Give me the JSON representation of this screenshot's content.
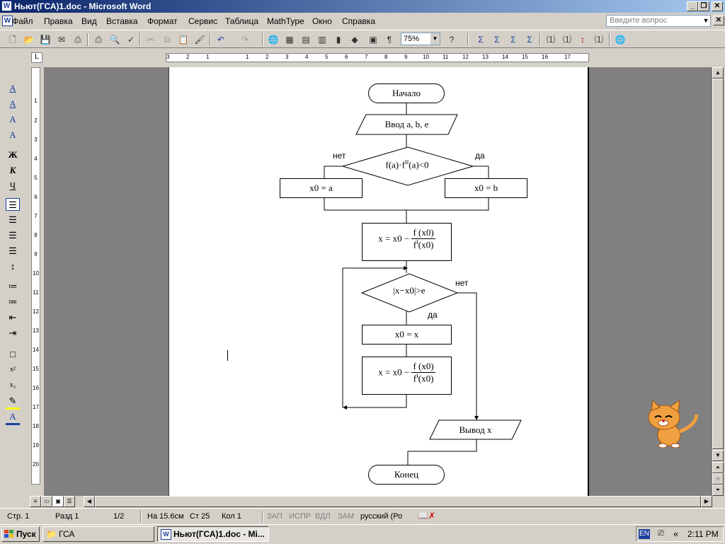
{
  "window": {
    "title": "Ньют(ГСА)1.doc - Microsoft Word"
  },
  "menu": {
    "items": [
      "Файл",
      "Правка",
      "Вид",
      "Вставка",
      "Формат",
      "Сервис",
      "Таблица",
      "MathType",
      "Окно",
      "Справка"
    ],
    "ask_placeholder": "Введите вопрос"
  },
  "toolbar": {
    "zoom": "75%"
  },
  "ruler": {
    "numbers": [
      "3",
      "2",
      "1",
      "1",
      "2",
      "3",
      "4",
      "5",
      "6",
      "7",
      "8",
      "9",
      "10",
      "11",
      "12",
      "13",
      "14",
      "15",
      "16",
      "17"
    ]
  },
  "vruler": {
    "numbers": [
      "1",
      "2",
      "3",
      "4",
      "5",
      "6",
      "7",
      "8",
      "9",
      "10",
      "11",
      "12",
      "13",
      "14",
      "15",
      "16",
      "17",
      "18",
      "19",
      "20"
    ]
  },
  "flowchart": {
    "start": "Начало",
    "input": "Ввод a, b, e",
    "cond1": "f(a)·f",
    "cond1_sup": "II",
    "cond1_end": "(a)<0",
    "no1": "нет",
    "yes1": "да",
    "assign_a": "x0 = a",
    "assign_b": "x0 = b",
    "formula_lhs": "x = x0 −",
    "formula_num": "f (x0)",
    "formula_den": "f",
    "formula_den_sup": "I",
    "formula_den_end": "(x0)",
    "cond2": "|x−x0|>e",
    "no2": "нет",
    "yes2": "да",
    "assign_x": "x0 = x",
    "output": "Вывод x",
    "end": "Конец"
  },
  "status": {
    "page": "Стр. 1",
    "section": "Разд 1",
    "pages": "1/2",
    "position": "На 15.6см",
    "line": "Ст 25",
    "col": "Кол 1",
    "rec": "ЗАП",
    "trk": "ИСПР",
    "ext": "ВДЛ",
    "ovr": "ЗАМ",
    "lang": "русский (Ро"
  },
  "taskbar": {
    "start": "Пуск",
    "task1": "ГСА",
    "task2": "Ньют(ГСА)1.doc - Mi...",
    "lang": "EN",
    "clock": "2:11 PM"
  }
}
